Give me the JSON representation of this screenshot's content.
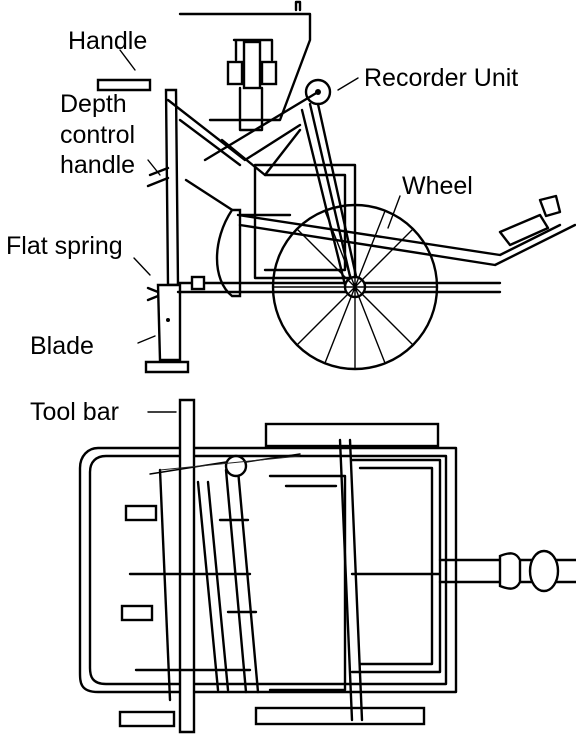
{
  "side_view": {
    "labels": {
      "handle": "Handle",
      "depth_control_line1": "Depth",
      "depth_control_line2": "control",
      "depth_control_line3": "handle",
      "flat_spring": "Flat spring",
      "blade": "Blade",
      "recorder_unit": "Recorder Unit",
      "wheel": "Wheel"
    }
  },
  "top_view": {
    "labels": {
      "tool_bar": "Tool bar"
    }
  }
}
